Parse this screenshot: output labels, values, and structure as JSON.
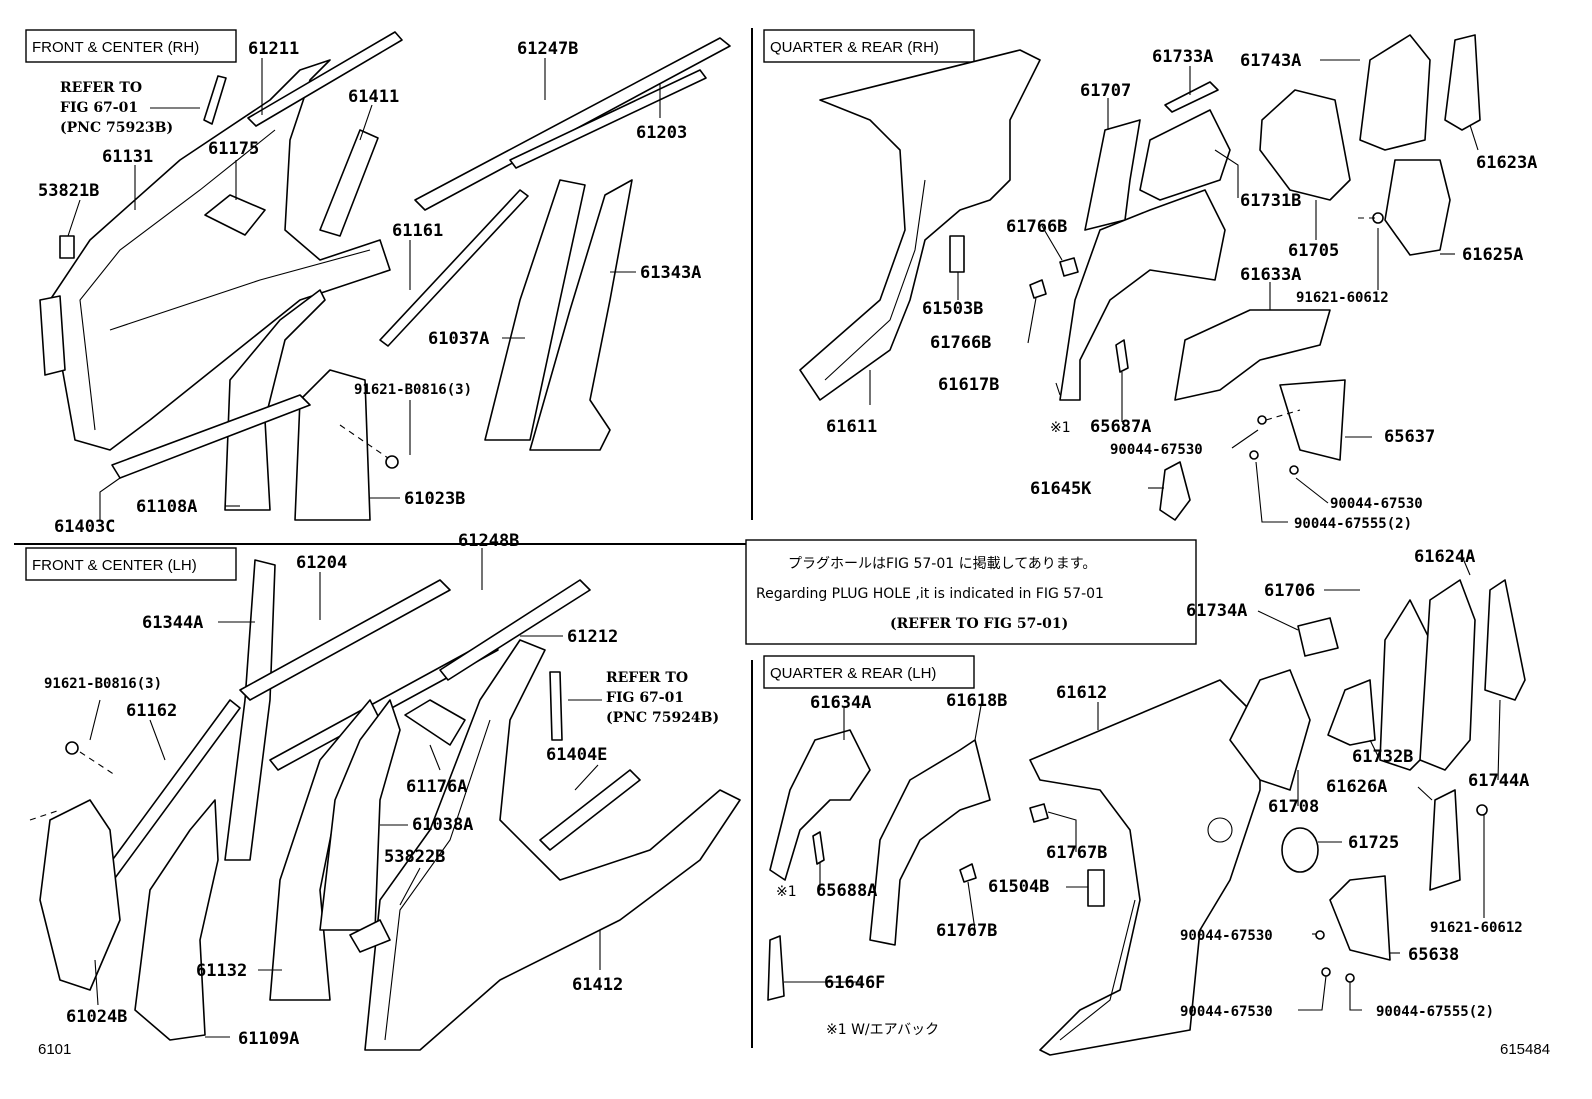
{
  "sections": {
    "front_center_rh": "FRONT & CENTER (RH)",
    "front_center_lh": "FRONT & CENTER (LH)",
    "quarter_rear_rh": "QUARTER & REAR (RH)",
    "quarter_rear_lh": "QUARTER & REAR (LH)"
  },
  "refer_rh": {
    "line1": "REFER TO",
    "line2": "FIG 67-01",
    "line3": "(PNC 75923B)"
  },
  "refer_lh": {
    "line1": "REFER TO",
    "line2": "FIG 67-01",
    "line3": "(PNC 75924B)"
  },
  "plug_note": {
    "jp": "プラグホールはFIG 57-01 に掲載してあります。",
    "en": "Regarding PLUG HOLE ,it is indicated in FIG 57-01",
    "ref": "(REFER TO FIG 57-01)"
  },
  "footnote": "※1 W/エアバック",
  "airbag_mark": "※1",
  "fig_no": "6101",
  "image_no": "615484",
  "parts": {
    "p61211": "61211",
    "p61247B": "61247B",
    "p61411": "61411",
    "p61203": "61203",
    "p61131": "61131",
    "p61175": "61175",
    "p53821B": "53821B",
    "p61161": "61161",
    "p61343A": "61343A",
    "p61037A": "61037A",
    "p91621B0816_rh": "91621-B0816(3)",
    "p61403C": "61403C",
    "p61108A": "61108A",
    "p61023B": "61023B",
    "p61204": "61204",
    "p61248B": "61248B",
    "p61344A": "61344A",
    "p61212": "61212",
    "p91621B0816_lh": "91621-B0816(3)",
    "p61162": "61162",
    "p61176A": "61176A",
    "p61404E": "61404E",
    "p61038A": "61038A",
    "p53822B": "53822B",
    "p61132": "61132",
    "p61412": "61412",
    "p61024B": "61024B",
    "p61109A": "61109A",
    "p61733A": "61733A",
    "p61743A": "61743A",
    "p61707": "61707",
    "p61731B": "61731B",
    "p61623A": "61623A",
    "p61766B_a": "61766B",
    "p61705": "61705",
    "p61625A": "61625A",
    "p61503B": "61503B",
    "p61633A": "61633A",
    "p91621_60612_rh": "91621-60612",
    "p61766B_b": "61766B",
    "p61617B": "61617B",
    "p61611": "61611",
    "p65687A": "65687A",
    "p65637": "65637",
    "p90044_67530_a": "90044-67530",
    "p61645K": "61645K",
    "p90044_67530_b": "90044-67530",
    "p90044_67555_a": "90044-67555(2)",
    "p61624A": "61624A",
    "p61706": "61706",
    "p61734A": "61734A",
    "p61634A": "61634A",
    "p61618B": "61618B",
    "p61612": "61612",
    "p61732B": "61732B",
    "p61626A": "61626A",
    "p61744A": "61744A",
    "p61708": "61708",
    "p61767B_a": "61767B",
    "p61725": "61725",
    "p65688A": "65688A",
    "p61504B": "61504B",
    "p90044_67530_c": "90044-67530",
    "p91621_60612_lh": "91621-60612",
    "p61767B_b": "61767B",
    "p65638": "65638",
    "p61646F": "61646F",
    "p90044_67530_d": "90044-67530",
    "p90044_67555_b": "90044-67555(2)"
  }
}
